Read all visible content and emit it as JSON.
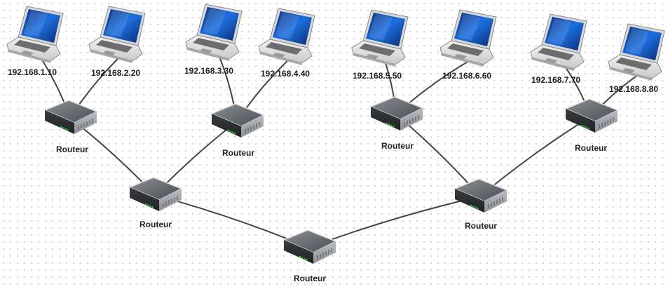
{
  "laptops": [
    {
      "id": "laptop-1",
      "ip": "192.168.1.10"
    },
    {
      "id": "laptop-2",
      "ip": "192.168.2.20"
    },
    {
      "id": "laptop-3",
      "ip": "192.168.3.30"
    },
    {
      "id": "laptop-4",
      "ip": "192.168.4.40"
    },
    {
      "id": "laptop-5",
      "ip": "192.168.5.50"
    },
    {
      "id": "laptop-6",
      "ip": "192.168.6.60"
    },
    {
      "id": "laptop-7",
      "ip": "192.168.7.70"
    },
    {
      "id": "laptop-8",
      "ip": "192.168.8.80"
    }
  ],
  "routers": [
    {
      "id": "router-a",
      "label": "Routeur"
    },
    {
      "id": "router-b",
      "label": "Routeur"
    },
    {
      "id": "router-c",
      "label": "Routeur"
    },
    {
      "id": "router-d",
      "label": "Routeur"
    },
    {
      "id": "router-e",
      "label": "Routeur"
    },
    {
      "id": "router-f",
      "label": "Routeur"
    },
    {
      "id": "router-g",
      "label": "Routeur"
    }
  ],
  "links": [
    [
      "laptop-1",
      "router-a"
    ],
    [
      "laptop-2",
      "router-a"
    ],
    [
      "laptop-3",
      "router-b"
    ],
    [
      "laptop-4",
      "router-b"
    ],
    [
      "laptop-5",
      "router-c"
    ],
    [
      "laptop-6",
      "router-c"
    ],
    [
      "laptop-7",
      "router-d"
    ],
    [
      "laptop-8",
      "router-d"
    ],
    [
      "router-a",
      "router-e"
    ],
    [
      "router-b",
      "router-e"
    ],
    [
      "router-c",
      "router-f"
    ],
    [
      "router-d",
      "router-f"
    ],
    [
      "router-e",
      "router-g"
    ],
    [
      "router-f",
      "router-g"
    ]
  ],
  "colors": {
    "link": "#444444",
    "screen": "#1a5fc8",
    "router_body": "#555a5f",
    "led": "#2fd12f"
  }
}
